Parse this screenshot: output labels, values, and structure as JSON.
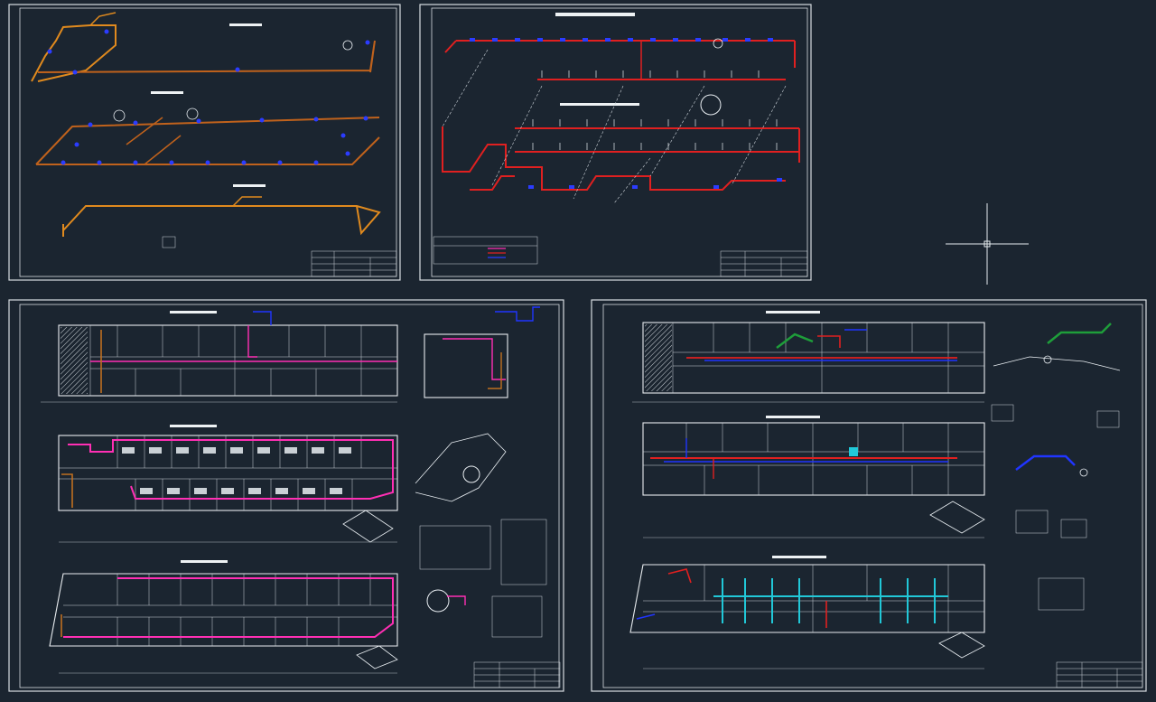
{
  "drawing": {
    "sheets": [
      {
        "id": "sheet-1",
        "content": "isometric-piping-schemes",
        "pipe_colors": [
          "#e08a1e",
          "#c0621c"
        ]
      },
      {
        "id": "sheet-2",
        "content": "isometric-heating-risers",
        "pipe_colors": [
          "#e02020",
          "#2b3cff"
        ]
      },
      {
        "id": "sheet-3",
        "content": "floor-plans-with-piping",
        "pipe_colors": [
          "#ff2fb4",
          "#c07020"
        ]
      },
      {
        "id": "sheet-4",
        "content": "floor-plans-with-ventilation",
        "pipe_colors": [
          "#e02020",
          "#2035ff",
          "#1e9e3a",
          "#21c8d8"
        ]
      }
    ],
    "background_color": "#1b2530",
    "line_color": "#e8ecef"
  }
}
